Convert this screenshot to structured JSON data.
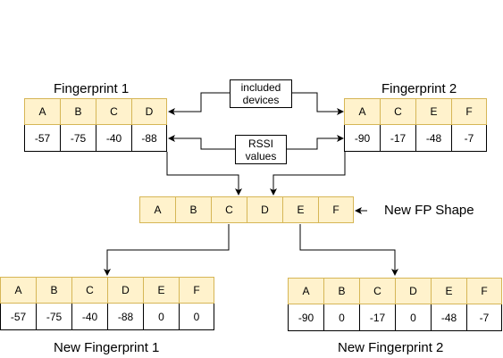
{
  "fingerprint1": {
    "title": "Fingerprint 1",
    "headers": [
      "A",
      "B",
      "C",
      "D"
    ],
    "values": [
      "-57",
      "-75",
      "-40",
      "-88"
    ]
  },
  "fingerprint2": {
    "title": "Fingerprint 2",
    "headers": [
      "A",
      "C",
      "E",
      "F"
    ],
    "values": [
      "-90",
      "-17",
      "-48",
      "-7"
    ]
  },
  "shape": {
    "label": "New FP Shape",
    "headers": [
      "A",
      "B",
      "C",
      "D",
      "E",
      "F"
    ]
  },
  "new_fingerprint1": {
    "title": "New Fingerprint 1",
    "headers": [
      "A",
      "B",
      "C",
      "D",
      "E",
      "F"
    ],
    "values": [
      "-57",
      "-75",
      "-40",
      "-88",
      "0",
      "0"
    ]
  },
  "new_fingerprint2": {
    "title": "New Fingerprint 2",
    "headers": [
      "A",
      "B",
      "C",
      "D",
      "E",
      "F"
    ],
    "values": [
      "-90",
      "0",
      "-17",
      "0",
      "-48",
      "-7"
    ]
  },
  "callouts": {
    "included_devices": [
      "included",
      "devices"
    ],
    "rssi_values": [
      "RSSI",
      "values"
    ]
  },
  "colors": {
    "header_fill": "#fff2cc",
    "header_border": "#d6b656",
    "line": "#000000"
  }
}
